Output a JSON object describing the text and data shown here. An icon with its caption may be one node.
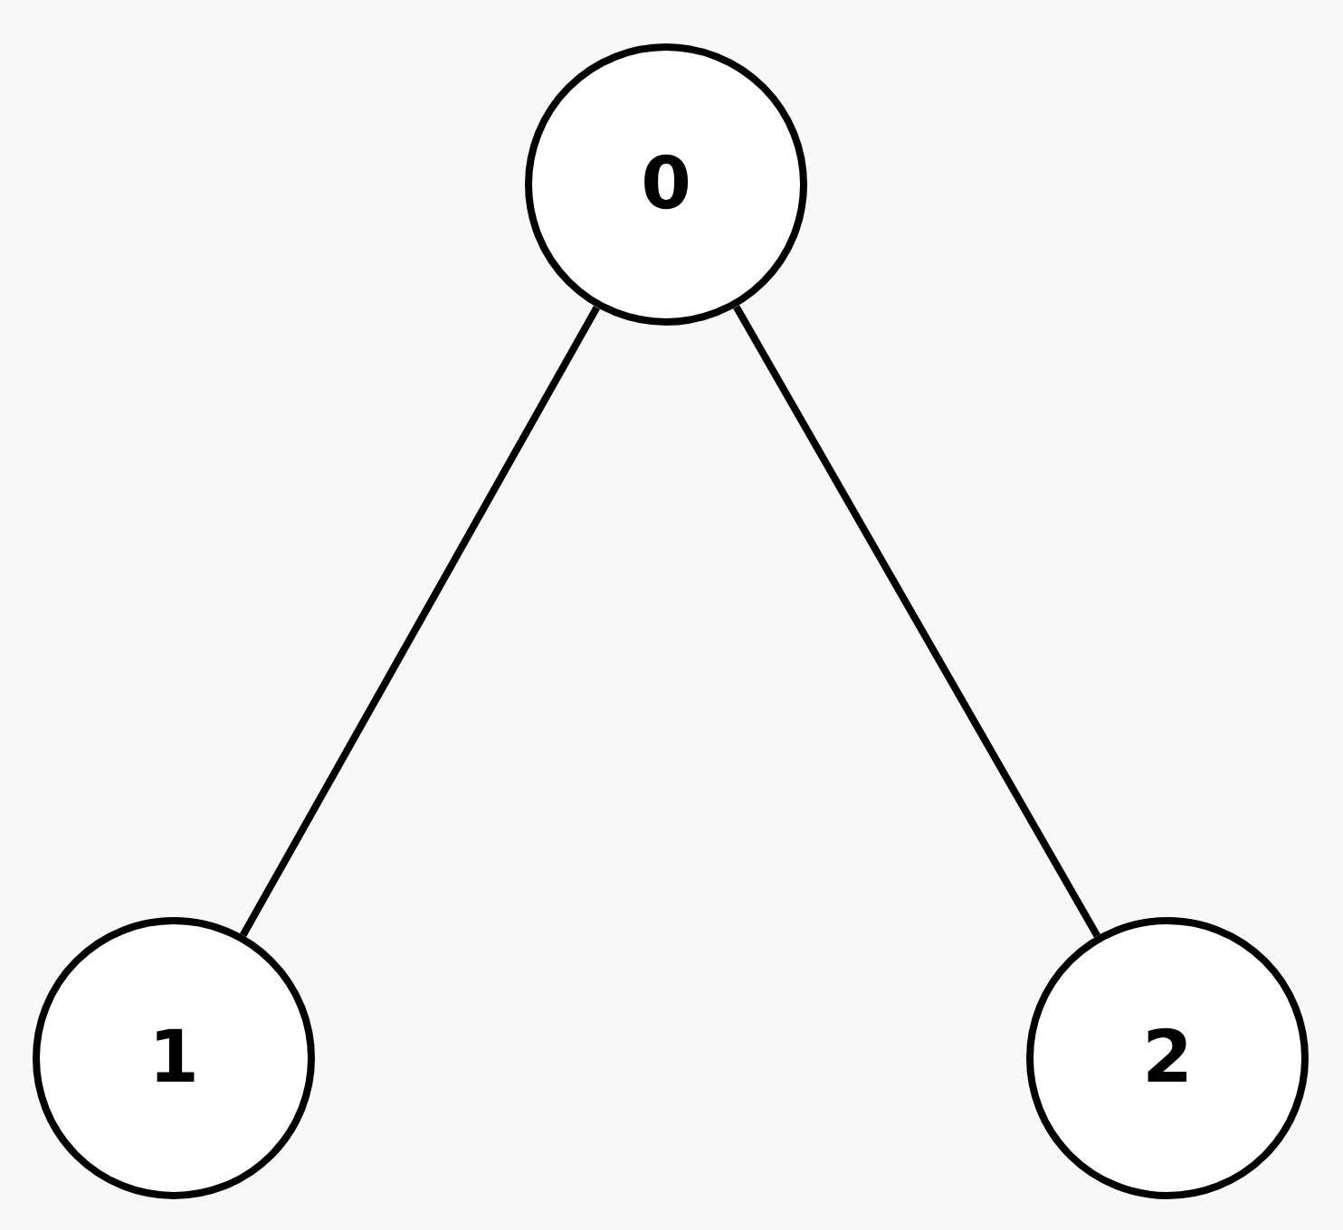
{
  "diagram": {
    "nodes": [
      {
        "text": [
          "0"
        ]
      },
      {
        "text": [
          "1"
        ]
      },
      {
        "text": [
          "2"
        ]
      }
    ],
    "edges": [
      {
        "from": 0,
        "to": 1,
        "arrow": "none"
      },
      {
        "from": 0,
        "to": 2,
        "arrow": "none"
      }
    ]
  }
}
